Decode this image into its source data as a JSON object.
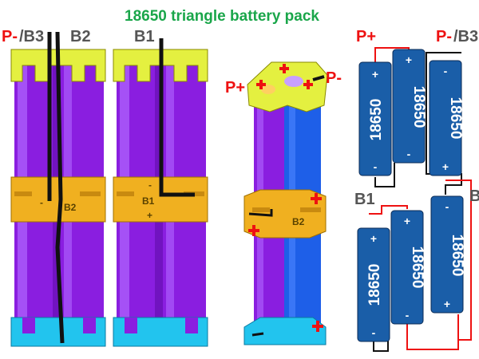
{
  "title": "18650 triangle battery pack",
  "colors": {
    "title": "#1aa64a",
    "red": "#ee1111",
    "gray": "#555555",
    "cell_purple": "#8a1ee0",
    "cell_blue": "#1e5fe8",
    "holder_yellow": "#e4f040",
    "holder_cyan": "#22c4ee",
    "strip_gold": "#f0b020",
    "schematic_cell": "#1a5ea8"
  },
  "left_views": {
    "view1": {
      "p_label": "P-",
      "b_label": "/B3",
      "b2_label": "B2",
      "strip_marks": {
        "minus": "-",
        "b2": "B2"
      }
    },
    "view2": {
      "b1_label": "B1",
      "strip_marks": {
        "minus": "-",
        "b1": "B1",
        "plus": "+"
      }
    }
  },
  "iso_view": {
    "p_plus": "P+",
    "p_minus": "P-",
    "strip_mark": "B2"
  },
  "schematic": {
    "p_plus": "P+",
    "p_minus": "P-",
    "b3": "/B3",
    "b1": "B1",
    "b2_partial": "B",
    "cells": [
      {
        "name": "18650",
        "top": "+",
        "bottom": "-"
      },
      {
        "name": "18650",
        "top": "+",
        "bottom": "-"
      },
      {
        "name": "18650",
        "top": "-",
        "bottom": "+"
      },
      {
        "name": "18650",
        "top": "+",
        "bottom": "-"
      },
      {
        "name": "18650",
        "top": "+",
        "bottom": "-"
      },
      {
        "name": "18650",
        "top": "-",
        "bottom": "+"
      }
    ]
  }
}
